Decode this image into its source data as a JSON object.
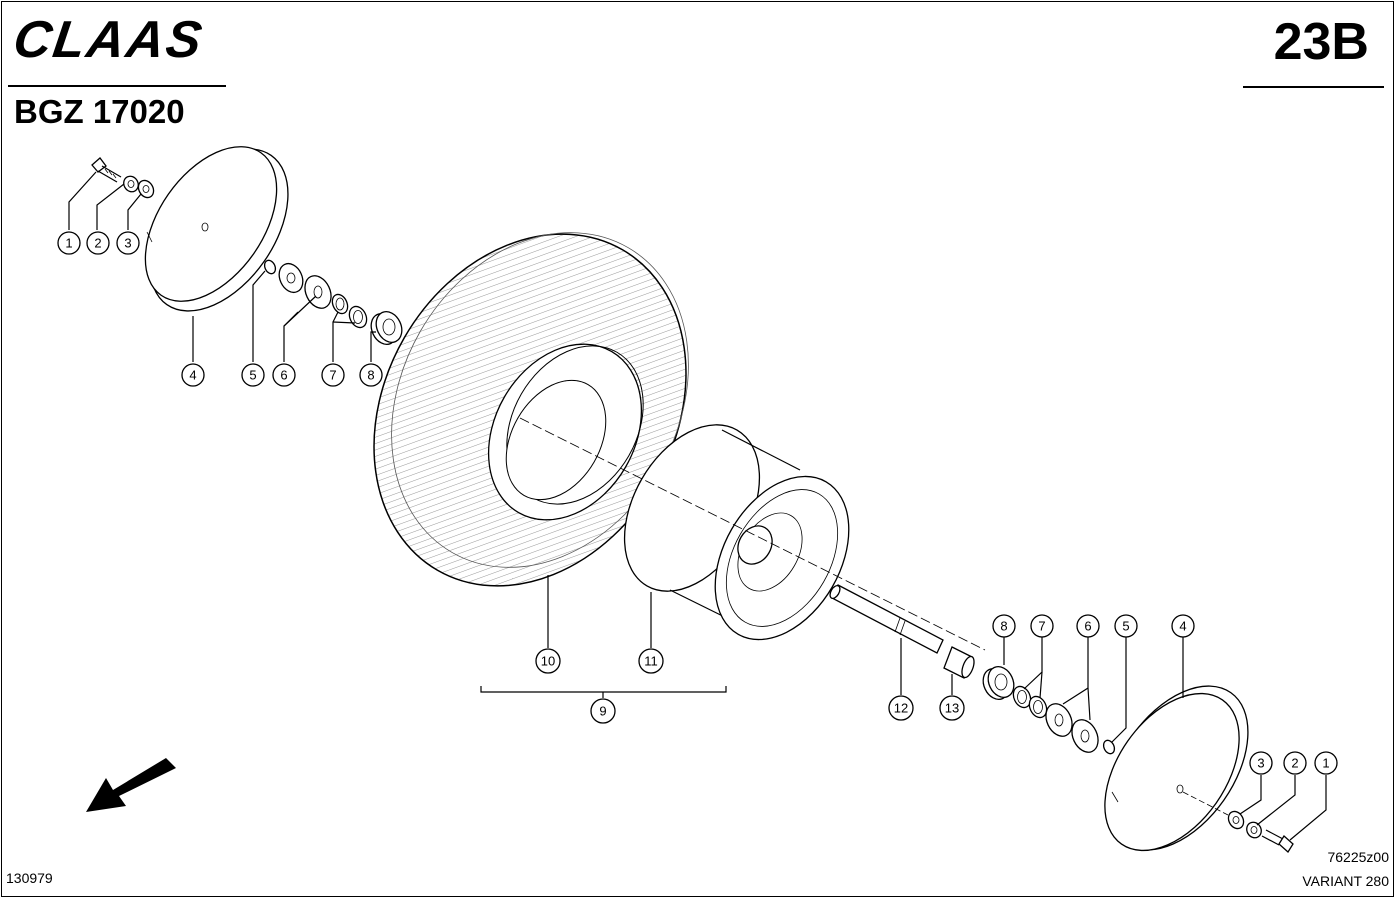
{
  "header": {
    "brand": "CLAAS",
    "page_number": "23B",
    "model": "BGZ 17020"
  },
  "footer": {
    "left_code": "130979",
    "drawing_code": "76225z00",
    "variant": "VARIANT 280"
  },
  "callouts": [
    {
      "id": "c1a",
      "label": "1"
    },
    {
      "id": "c2a",
      "label": "2"
    },
    {
      "id": "c3a",
      "label": "3"
    },
    {
      "id": "c4a",
      "label": "4"
    },
    {
      "id": "c5a",
      "label": "5"
    },
    {
      "id": "c6a",
      "label": "6"
    },
    {
      "id": "c7a",
      "label": "7"
    },
    {
      "id": "c8a",
      "label": "8"
    },
    {
      "id": "c10",
      "label": "10"
    },
    {
      "id": "c11",
      "label": "11"
    },
    {
      "id": "c9",
      "label": "9"
    },
    {
      "id": "c12",
      "label": "12"
    },
    {
      "id": "c13",
      "label": "13"
    },
    {
      "id": "c8b",
      "label": "8"
    },
    {
      "id": "c7b",
      "label": "7"
    },
    {
      "id": "c6b",
      "label": "6"
    },
    {
      "id": "c5b",
      "label": "5"
    },
    {
      "id": "c4b",
      "label": "4"
    },
    {
      "id": "c3b",
      "label": "3"
    },
    {
      "id": "c2b",
      "label": "2"
    },
    {
      "id": "c1b",
      "label": "1"
    }
  ]
}
